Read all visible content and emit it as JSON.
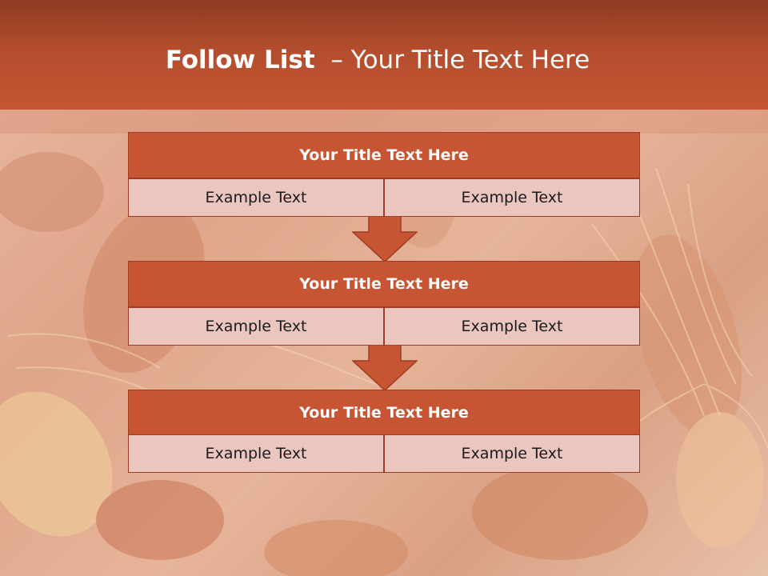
{
  "slide": {
    "title_bold": "Follow List",
    "title_rest": "– Your Title Text Here"
  },
  "steps": [
    {
      "title": "Your Title Text Here",
      "left": "Example Text",
      "right": "Example Text"
    },
    {
      "title": "Your Title Text Here",
      "left": "Example Text",
      "right": "Example Text"
    },
    {
      "title": "Your Title Text Here",
      "left": "Example Text",
      "right": "Example Text"
    }
  ],
  "colors": {
    "header": "#b34d2d",
    "block_title": "#c75433",
    "cell": "#eac6bf",
    "border": "#9e3c22"
  }
}
